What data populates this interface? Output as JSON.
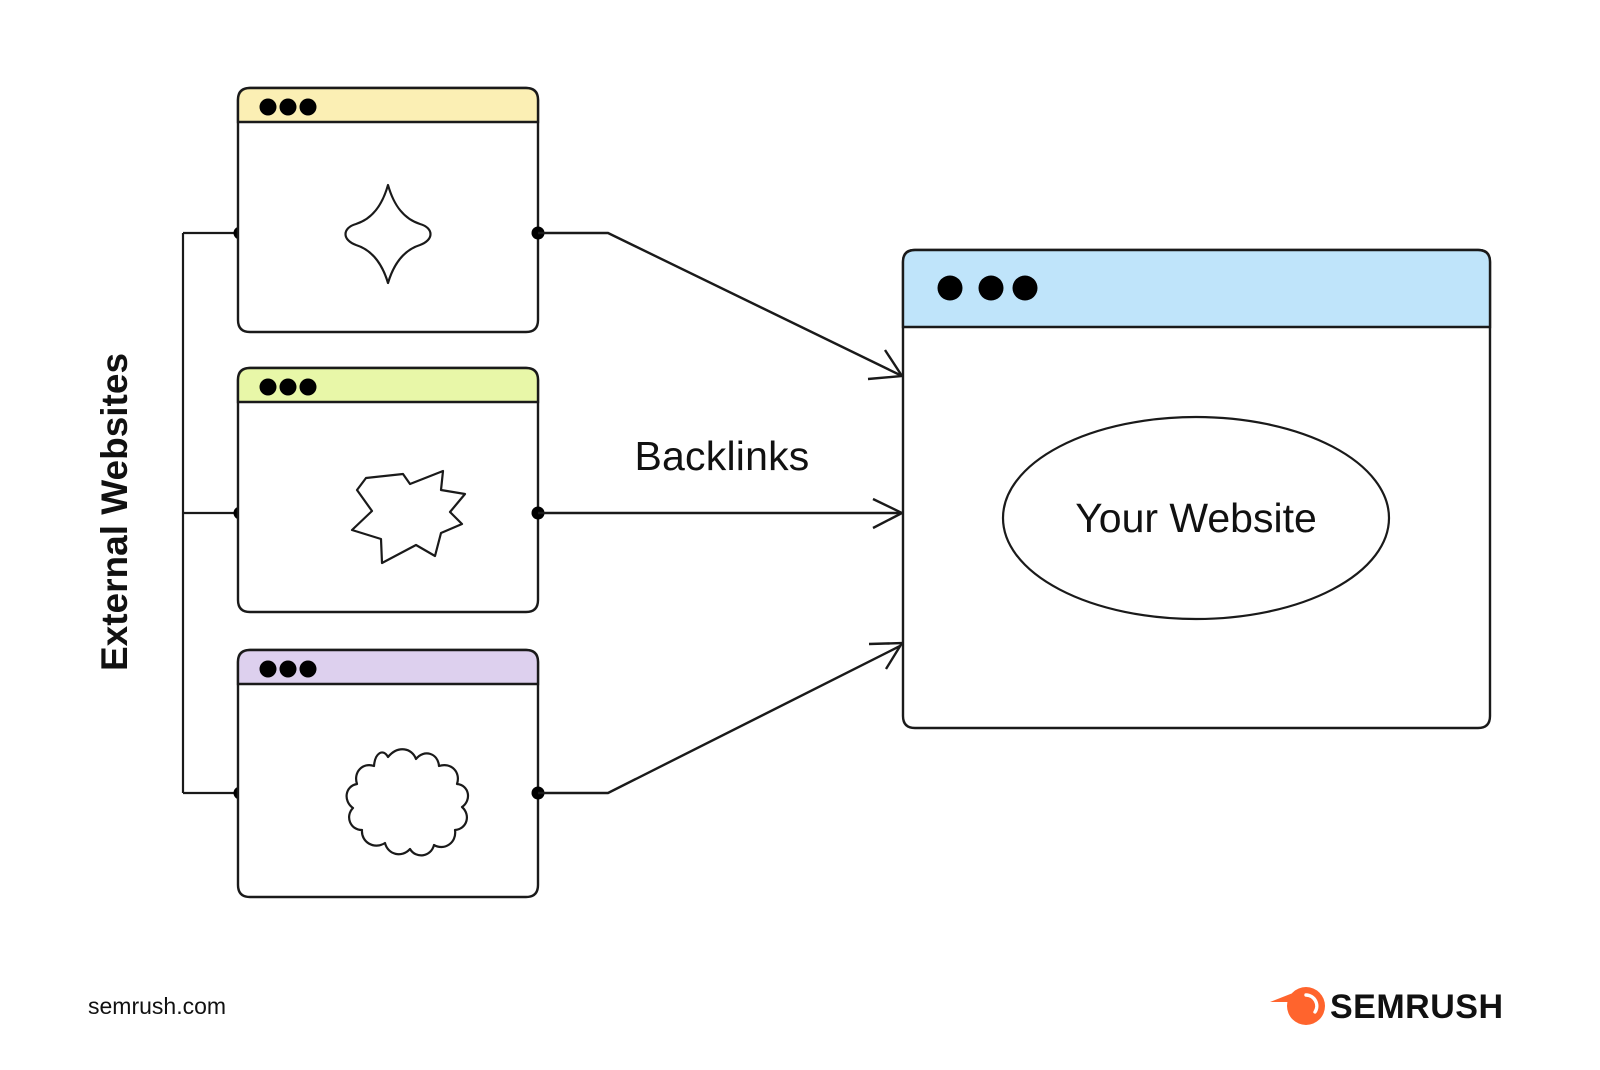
{
  "diagram": {
    "title_label": "Backlinks",
    "group_label": "External Websites",
    "target_label": "Your Website",
    "external_windows": [
      {
        "id": "window-1",
        "header_color": "#FBEFB4",
        "glyph": "four-pointed-star-icon",
        "dots": 3
      },
      {
        "id": "window-2",
        "header_color": "#E8F7A8",
        "glyph": "blob-polygon-icon",
        "dots": 3
      },
      {
        "id": "window-3",
        "header_color": "#DDD0EE",
        "glyph": "scalloped-flower-icon",
        "dots": 3
      }
    ],
    "target_window": {
      "id": "your-website-window",
      "header_color": "#BFE4FA",
      "dots": 3
    },
    "arrow_count": 3,
    "colors": {
      "stroke": "#1a1a1a",
      "background": "#ffffff",
      "brand_orange": "#FF642D",
      "brand_dark": "#111111"
    }
  },
  "footer": {
    "site": "semrush.com",
    "logo_text": "SEMRUSH",
    "logo_icon": "semrush-comet-icon"
  }
}
